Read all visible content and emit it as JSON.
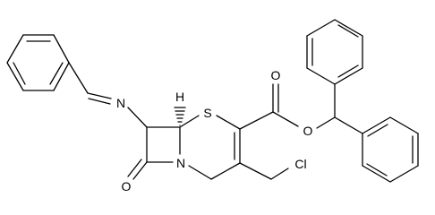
{
  "molecule": {
    "atom_labels": {
      "S": "S",
      "N_ring": "N",
      "N_imine": "N",
      "O_ketone": "O",
      "O_carbonyl": "O",
      "O_ester": "O",
      "Cl": "Cl",
      "H": "H"
    }
  },
  "colors": {
    "bond": "#000000",
    "background": "#ffffff"
  }
}
